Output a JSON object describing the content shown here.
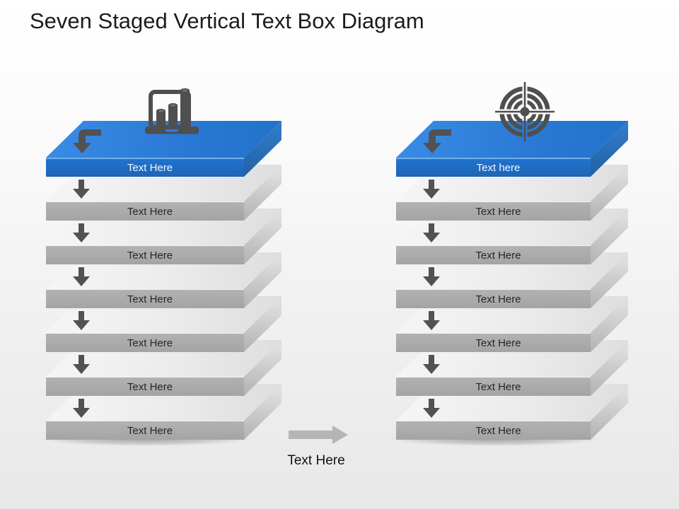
{
  "slide": {
    "title": "Seven Staged Vertical Text Box Diagram",
    "footer_arrow_label": "Text Here"
  },
  "stacks": [
    {
      "id": "left",
      "icon": "laptop-bar-chart",
      "layers": [
        {
          "label": "Text Here"
        },
        {
          "label": "Text Here"
        },
        {
          "label": "Text Here"
        },
        {
          "label": "Text Here"
        },
        {
          "label": "Text Here"
        },
        {
          "label": "Text Here"
        },
        {
          "label": "Text Here"
        }
      ]
    },
    {
      "id": "right",
      "icon": "target-bullseye",
      "layers": [
        {
          "label": "Text here"
        },
        {
          "label": "Text Here"
        },
        {
          "label": "Text Here"
        },
        {
          "label": "Text Here"
        },
        {
          "label": "Text Here"
        },
        {
          "label": "Text Here"
        },
        {
          "label": "Text Here"
        }
      ]
    }
  ],
  "colors": {
    "accent_blue_top": "#2e7fda",
    "accent_blue_front": "#1f6cc2",
    "gray_layer_front": "#a9a9a9",
    "gray_layer_top": "#ececec",
    "icon_dark_gray": "#4f4f4f",
    "footer_arrow_gray": "#b5b5b5",
    "title_text": "#1c1c1c"
  }
}
